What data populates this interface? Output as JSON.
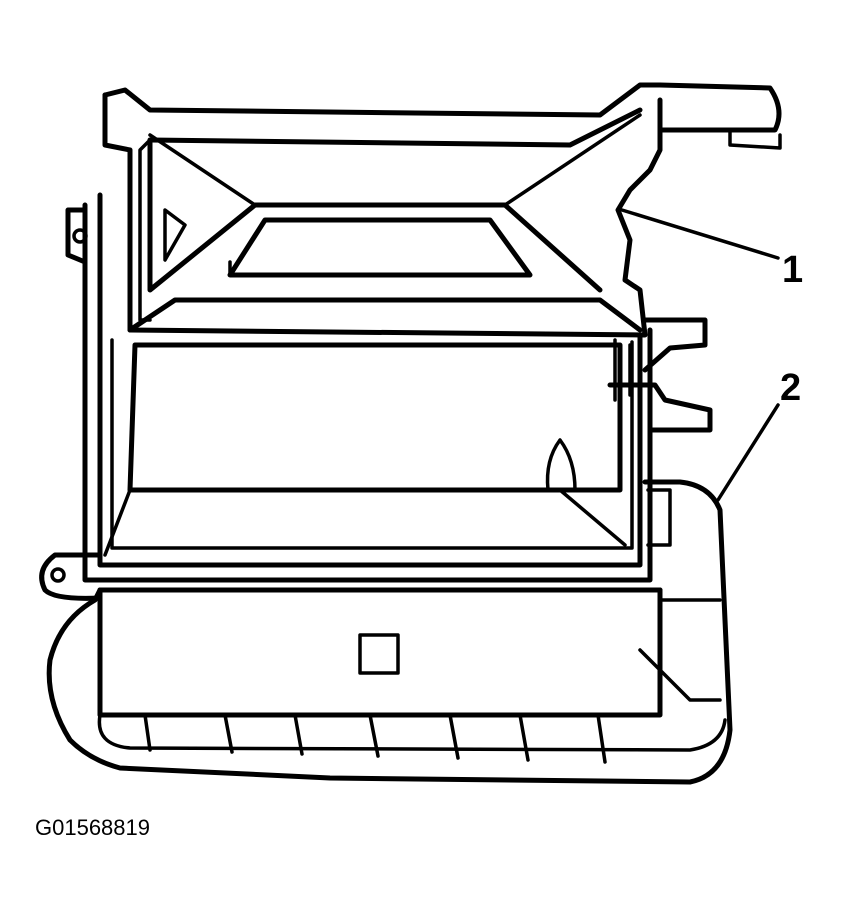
{
  "callouts": [
    {
      "id": "1",
      "label": "1"
    },
    {
      "id": "2",
      "label": "2"
    }
  ],
  "figure_code": "G01568819",
  "colors": {
    "line": "#000000",
    "background": "#ffffff"
  }
}
